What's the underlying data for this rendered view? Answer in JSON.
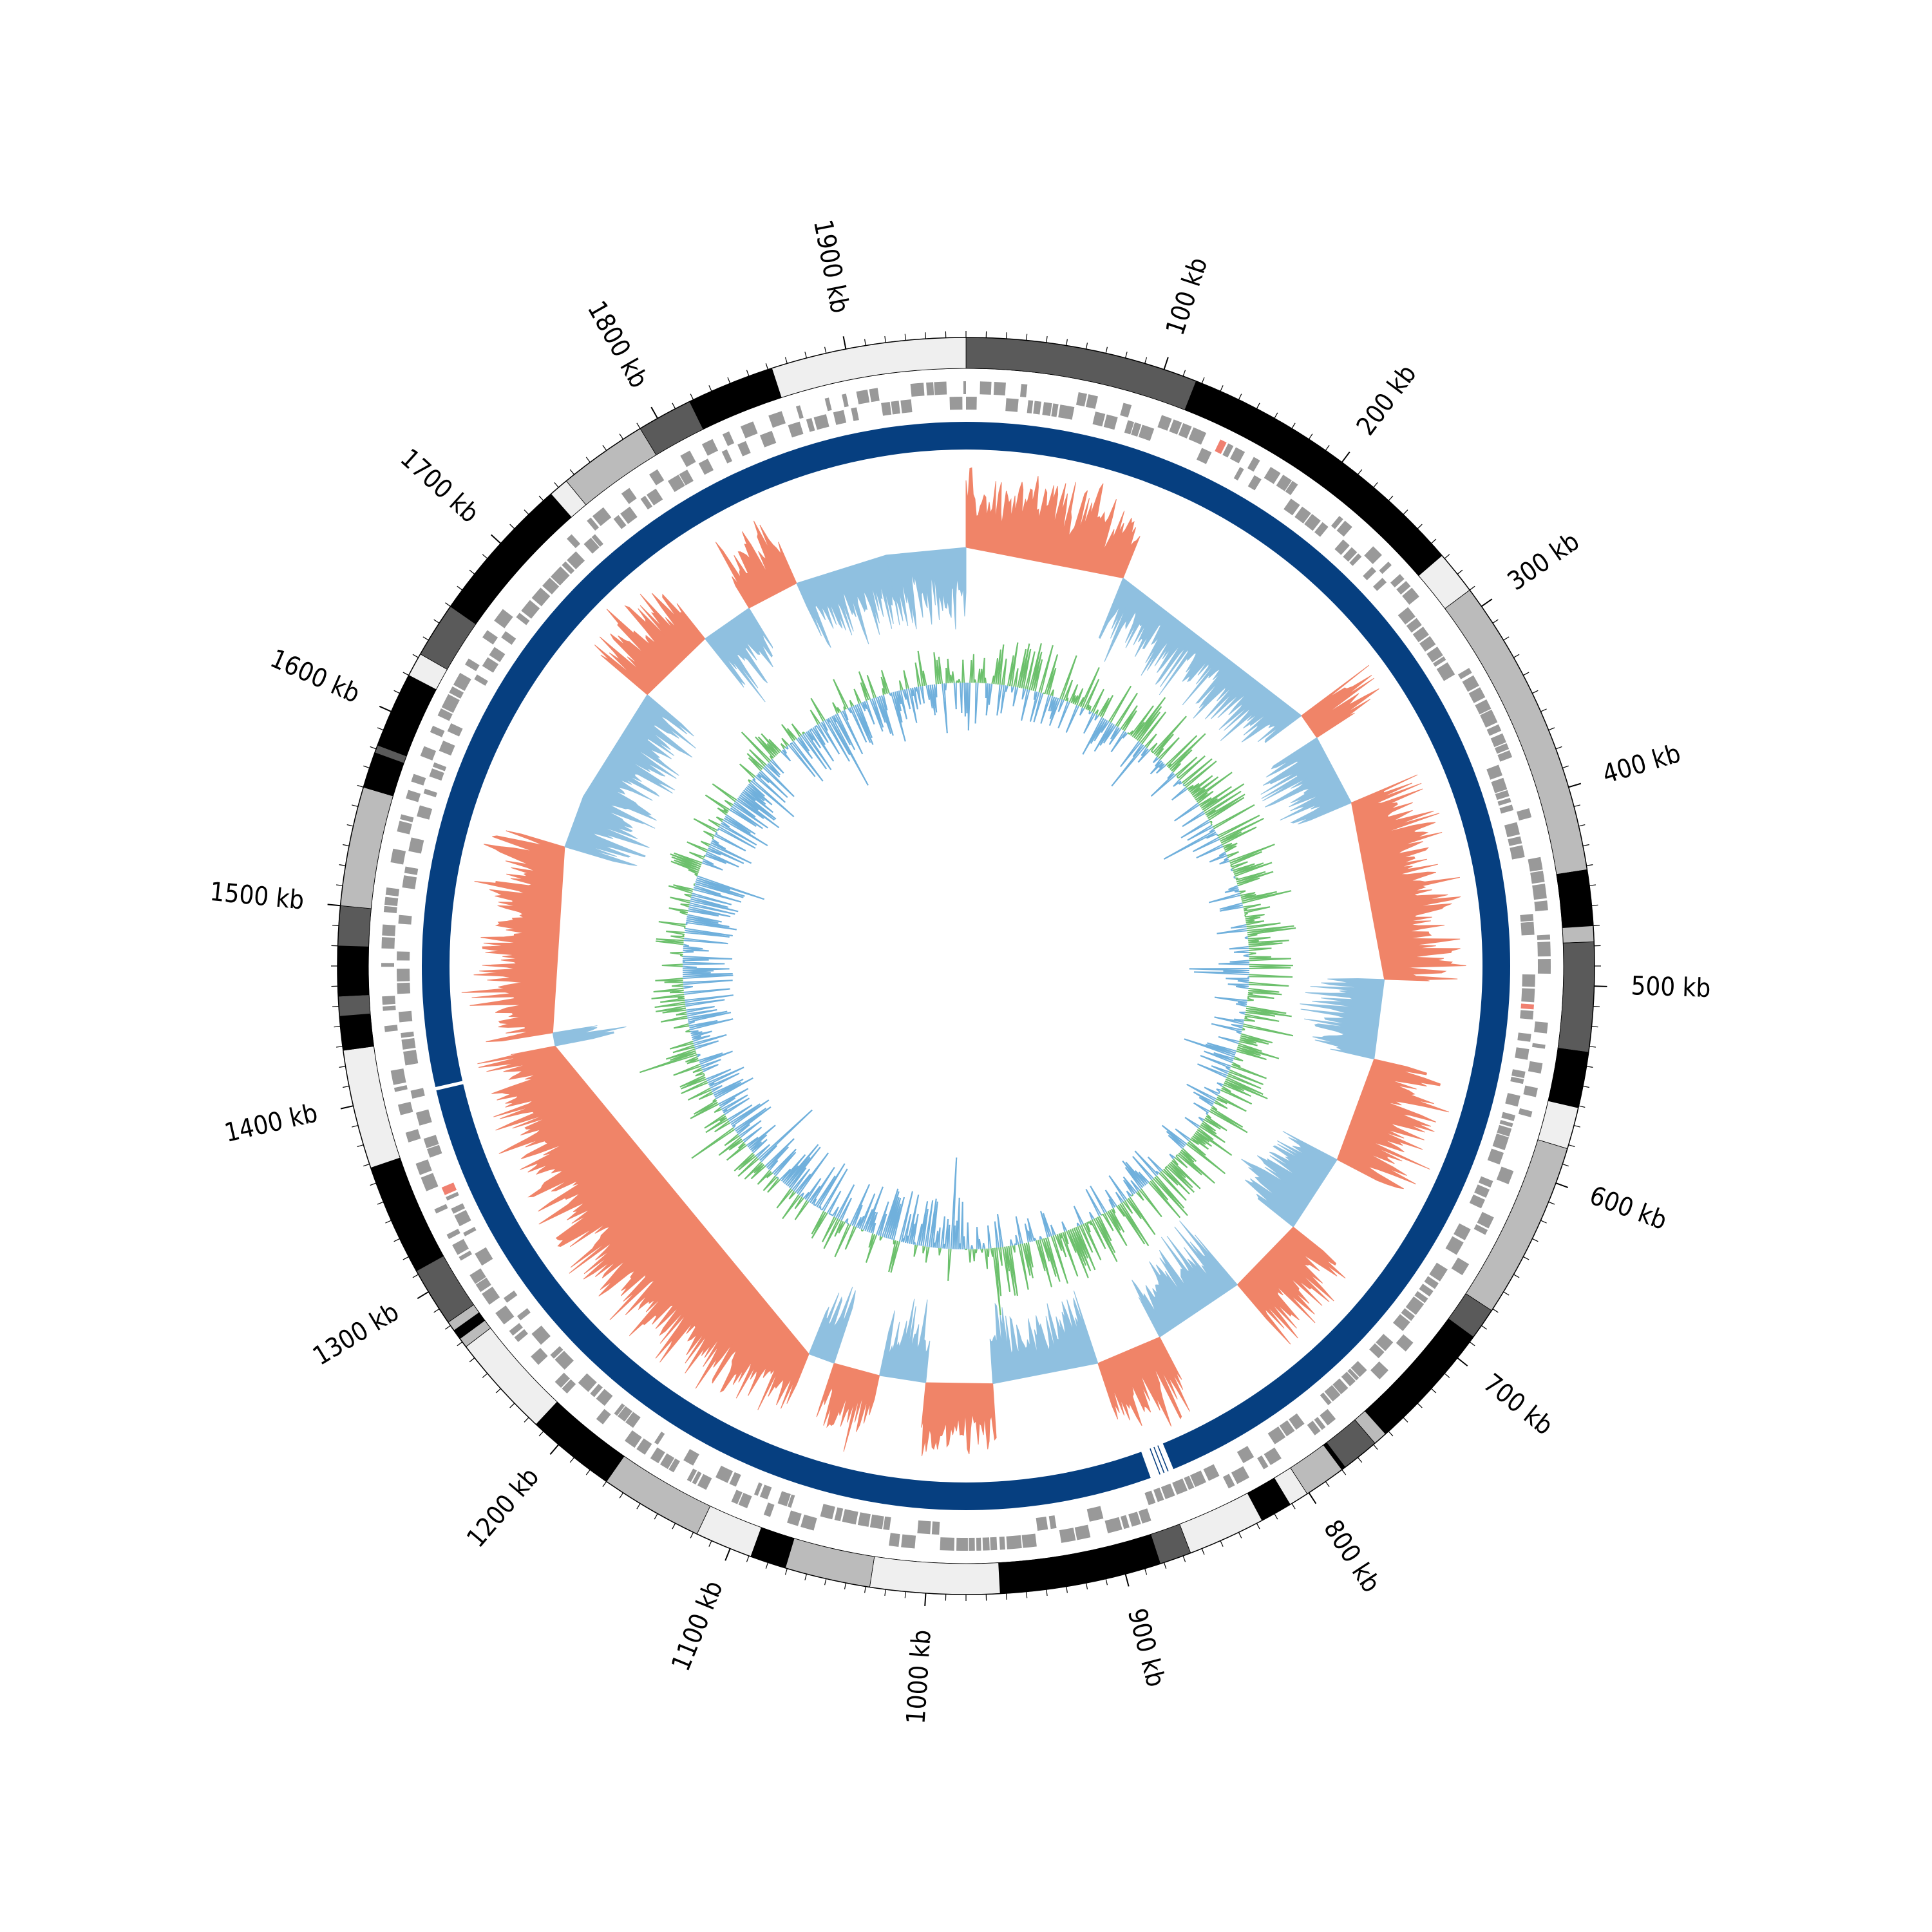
{
  "chart_data": {
    "type": "circular-genome",
    "genome_length_kb": 1960,
    "start_at_top_kb": 0,
    "direction": "clockwise",
    "tick_labels": [
      "100 kb",
      "200 kb",
      "300 kb",
      "400 kb",
      "500 kb",
      "600 kb",
      "700 kb",
      "800 kb",
      "900 kb",
      "1000 kb",
      "1100 kb",
      "1200 kb",
      "1300 kb",
      "1400 kb",
      "1500 kb",
      "1600 kb",
      "1700 kb",
      "1800 kb",
      "1900 kb"
    ],
    "tick_positions_kb": [
      100,
      200,
      300,
      400,
      500,
      600,
      700,
      800,
      900,
      1000,
      1100,
      1200,
      1300,
      1400,
      1500,
      1600,
      1700,
      1800,
      1900
    ],
    "minor_tick_step_kb": 10,
    "contig_track": {
      "segments": [
        {
          "start": 0,
          "end": 117,
          "shade": "#5a5a5a"
        },
        {
          "start": 117,
          "end": 240,
          "shade": "#000000"
        },
        {
          "start": 240,
          "end": 268,
          "shade": "#000000"
        },
        {
          "start": 268,
          "end": 290,
          "shade": "#efefef"
        },
        {
          "start": 290,
          "end": 442,
          "shade": "#bbbbbb"
        },
        {
          "start": 442,
          "end": 470,
          "shade": "#000000"
        },
        {
          "start": 470,
          "end": 478,
          "shade": "#bbbbbb"
        },
        {
          "start": 478,
          "end": 533,
          "shade": "#5a5a5a"
        },
        {
          "start": 533,
          "end": 561,
          "shade": "#000000"
        },
        {
          "start": 561,
          "end": 582,
          "shade": "#efefef"
        },
        {
          "start": 582,
          "end": 671,
          "shade": "#bbbbbb"
        },
        {
          "start": 671,
          "end": 687,
          "shade": "#5a5a5a"
        },
        {
          "start": 687,
          "end": 752,
          "shade": "#000000"
        },
        {
          "start": 752,
          "end": 759,
          "shade": "#bbbbbb"
        },
        {
          "start": 759,
          "end": 778,
          "shade": "#5a5a5a"
        },
        {
          "start": 778,
          "end": 780,
          "shade": "#000000"
        },
        {
          "start": 780,
          "end": 801,
          "shade": "#bbbbbb"
        },
        {
          "start": 801,
          "end": 811,
          "shade": "#efefef"
        },
        {
          "start": 811,
          "end": 827,
          "shade": "#000000"
        },
        {
          "start": 827,
          "end": 866,
          "shade": "#efefef"
        },
        {
          "start": 866,
          "end": 882,
          "shade": "#5a5a5a"
        },
        {
          "start": 882,
          "end": 963,
          "shade": "#000000"
        },
        {
          "start": 963,
          "end": 1028,
          "shade": "#efefef"
        },
        {
          "start": 1028,
          "end": 1071,
          "shade": "#bbbbbb"
        },
        {
          "start": 1071,
          "end": 1089,
          "shade": "#000000"
        },
        {
          "start": 1089,
          "end": 1118,
          "shade": "#efefef"
        },
        {
          "start": 1118,
          "end": 1170,
          "shade": "#bbbbbb"
        },
        {
          "start": 1170,
          "end": 1215,
          "shade": "#000000"
        },
        {
          "start": 1215,
          "end": 1267,
          "shade": "#efefef"
        },
        {
          "start": 1267,
          "end": 1272,
          "shade": "#bbbbbb"
        },
        {
          "start": 1272,
          "end": 1277,
          "shade": "#000000"
        },
        {
          "start": 1277,
          "end": 1282,
          "shade": "#bbbbbb"
        },
        {
          "start": 1282,
          "end": 1312,
          "shade": "#5a5a5a"
        },
        {
          "start": 1312,
          "end": 1368,
          "shade": "#000000"
        },
        {
          "start": 1368,
          "end": 1428,
          "shade": "#efefef"
        },
        {
          "start": 1428,
          "end": 1445,
          "shade": "#000000"
        },
        {
          "start": 1445,
          "end": 1455,
          "shade": "#5a5a5a"
        },
        {
          "start": 1455,
          "end": 1480,
          "shade": "#000000"
        },
        {
          "start": 1480,
          "end": 1500,
          "shade": "#5a5a5a"
        },
        {
          "start": 1500,
          "end": 1560,
          "shade": "#bbbbbb"
        },
        {
          "start": 1560,
          "end": 1578,
          "shade": "#000000"
        },
        {
          "start": 1578,
          "end": 1582,
          "shade": "#5a5a5a"
        },
        {
          "start": 1582,
          "end": 1620,
          "shade": "#000000"
        },
        {
          "start": 1620,
          "end": 1632,
          "shade": "#efefef"
        },
        {
          "start": 1632,
          "end": 1660,
          "shade": "#5a5a5a"
        },
        {
          "start": 1660,
          "end": 1735,
          "shade": "#000000"
        },
        {
          "start": 1735,
          "end": 1745,
          "shade": "#efefef"
        },
        {
          "start": 1745,
          "end": 1790,
          "shade": "#bbbbbb"
        },
        {
          "start": 1790,
          "end": 1818,
          "shade": "#5a5a5a"
        },
        {
          "start": 1818,
          "end": 1862,
          "shade": "#000000"
        },
        {
          "start": 1862,
          "end": 1960,
          "shade": "#efefef"
        }
      ]
    },
    "gene_tracks": {
      "forward_color": "#999999",
      "rna_color": "#f08070"
    },
    "coverage_ring": {
      "color": "#063f80",
      "gaps": [
        {
          "start": 858,
          "end": 872
        },
        {
          "start": 1398,
          "end": 1400
        }
      ]
    },
    "gc_content": {
      "baseline_color_above": "#f08468",
      "baseline_color_below": "#8fc0e0",
      "blocks": [
        {
          "start": 0,
          "end": 120,
          "sign": 1
        },
        {
          "start": 120,
          "end": 290,
          "sign": -1
        },
        {
          "start": 290,
          "end": 310,
          "sign": 1
        },
        {
          "start": 310,
          "end": 365,
          "sign": -1
        },
        {
          "start": 365,
          "end": 500,
          "sign": 1
        },
        {
          "start": 500,
          "end": 560,
          "sign": -1
        },
        {
          "start": 560,
          "end": 640,
          "sign": 1
        },
        {
          "start": 640,
          "end": 700,
          "sign": -1
        },
        {
          "start": 700,
          "end": 760,
          "sign": 1
        },
        {
          "start": 760,
          "end": 830,
          "sign": -1
        },
        {
          "start": 830,
          "end": 880,
          "sign": 1
        },
        {
          "start": 880,
          "end": 960,
          "sign": -1
        },
        {
          "start": 960,
          "end": 1010,
          "sign": 1
        },
        {
          "start": 1010,
          "end": 1045,
          "sign": -1
        },
        {
          "start": 1045,
          "end": 1080,
          "sign": 1
        },
        {
          "start": 1080,
          "end": 1100,
          "sign": -1
        },
        {
          "start": 1100,
          "end": 1410,
          "sign": 1
        },
        {
          "start": 1410,
          "end": 1420,
          "sign": -1
        },
        {
          "start": 1420,
          "end": 1560,
          "sign": 1
        },
        {
          "start": 1560,
          "end": 1600,
          "sign": -1
        },
        {
          "start": 1600,
          "end": 1690,
          "sign": -1
        },
        {
          "start": 1690,
          "end": 1750,
          "sign": 1
        },
        {
          "start": 1750,
          "end": 1790,
          "sign": -1
        },
        {
          "start": 1790,
          "end": 1830,
          "sign": 1
        },
        {
          "start": 1830,
          "end": 1900,
          "sign": -1
        },
        {
          "start": 1900,
          "end": 1960,
          "sign": -1
        }
      ]
    },
    "gc_skew": {
      "positive_color": "#6cc06c",
      "negative_color": "#70b0dc"
    }
  }
}
